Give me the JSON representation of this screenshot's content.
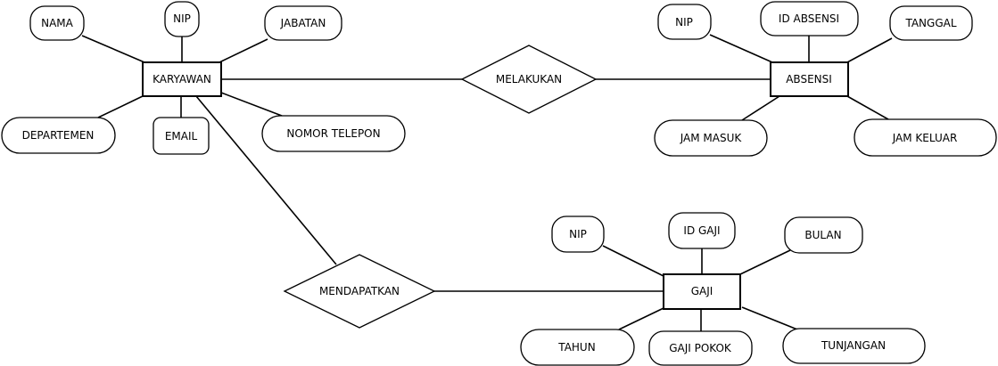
{
  "diagram": {
    "entities": {
      "karyawan": "KARYAWAN",
      "absensi": "ABSENSI",
      "gaji": "GAJI"
    },
    "relationships": {
      "melakukan": "MELAKUKAN",
      "mendapatkan": "MENDAPATKAN"
    },
    "attributes": {
      "karyawan": {
        "nama": "NAMA",
        "nip": "NIP",
        "jabatan": "JABATAN",
        "departemen": "DEPARTEMEN",
        "email": "EMAIL",
        "nomor_telepon": "NOMOR TELEPON"
      },
      "absensi": {
        "nip": "NIP",
        "id_absensi": "ID ABSENSI",
        "tanggal": "TANGGAL",
        "jam_masuk": "JAM MASUK",
        "jam_keluar": "JAM KELUAR"
      },
      "gaji": {
        "nip": "NIP",
        "id_gaji": "ID GAJI",
        "bulan": "BULAN",
        "tahun": "TAHUN",
        "gaji_pokok": "GAJI POKOK",
        "tunjangan": "TUNJANGAN"
      }
    }
  }
}
